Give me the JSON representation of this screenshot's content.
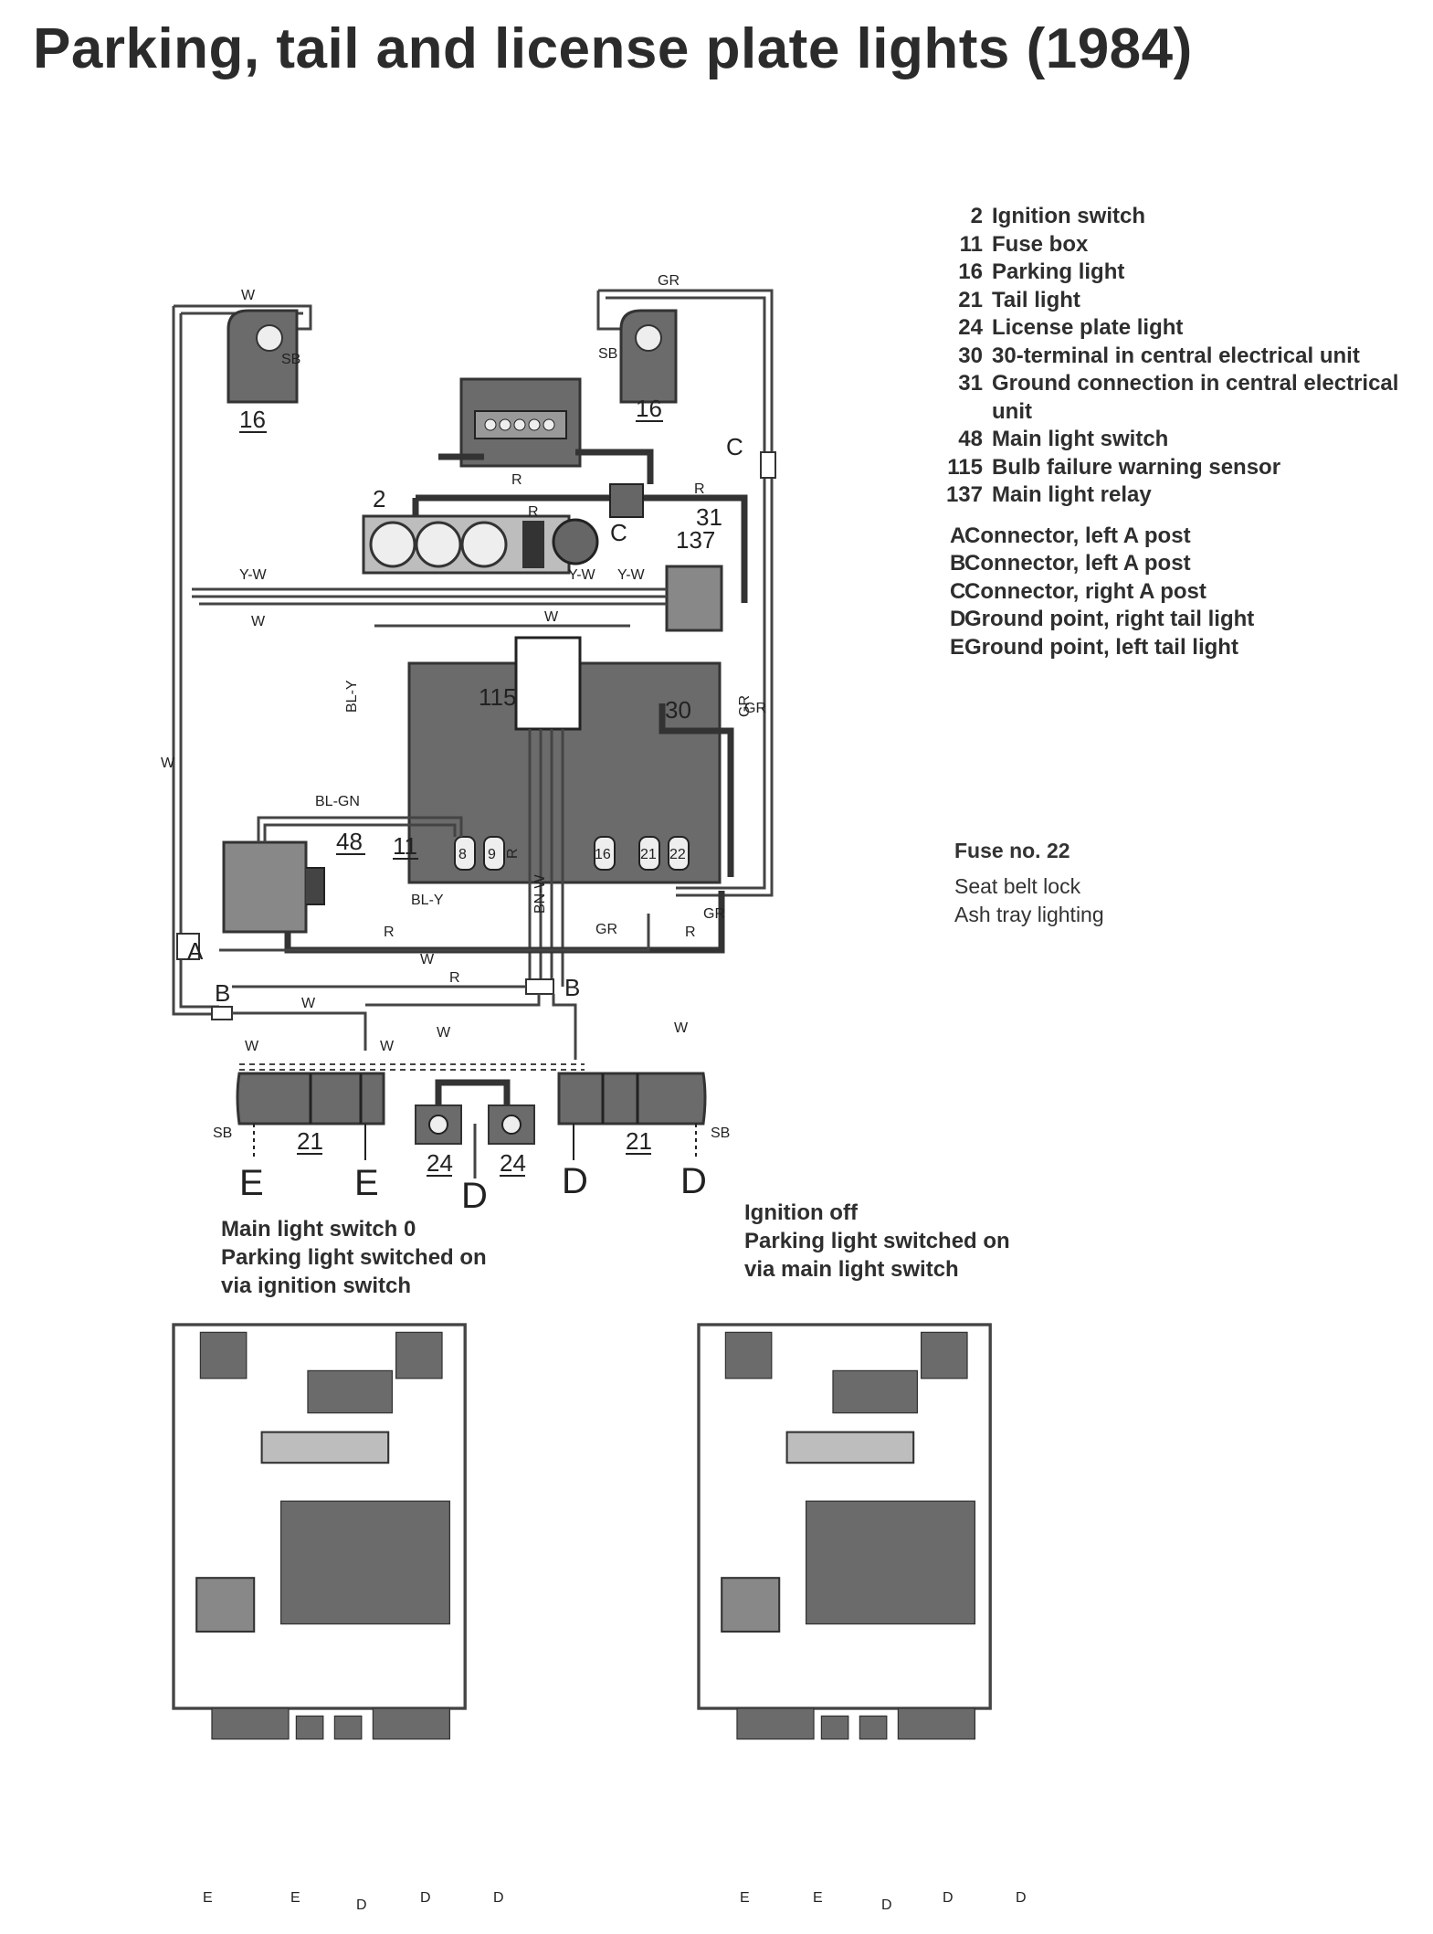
{
  "title": "Parking, tail and license plate lights (1984)",
  "legend": {
    "items": [
      {
        "num": "2",
        "text": "Ignition switch"
      },
      {
        "num": "11",
        "text": "Fuse box"
      },
      {
        "num": "16",
        "text": "Parking light"
      },
      {
        "num": "21",
        "text": "Tail light"
      },
      {
        "num": "24",
        "text": "License plate light"
      },
      {
        "num": "30",
        "text": "30-terminal in central electrical unit"
      },
      {
        "num": "31",
        "text": "Ground connection in central electrical unit"
      },
      {
        "num": "48",
        "text": "Main light switch"
      },
      {
        "num": "115",
        "text": "Bulb failure warning sensor"
      },
      {
        "num": "137",
        "text": "Main light relay"
      }
    ],
    "letters": [
      {
        "letter": "A",
        "text": "Connector, left A post"
      },
      {
        "letter": "B",
        "text": "Connector, left A post"
      },
      {
        "letter": "C",
        "text": "Connector, right A post"
      },
      {
        "letter": "D",
        "text": "Ground point, right tail light"
      },
      {
        "letter": "E",
        "text": "Ground point, left tail light"
      }
    ]
  },
  "fuse_note": {
    "heading": "Fuse no. 22",
    "lines": [
      "Seat belt lock",
      "Ash tray lighting"
    ]
  },
  "captions": {
    "left": [
      "Main light switch 0",
      "Parking light switched on",
      "via ignition switch"
    ],
    "right": [
      "Ignition off",
      "Parking light switched on",
      "via main light switch"
    ]
  },
  "diagram_labels": {
    "comp_16": "16",
    "comp_2": "2",
    "comp_31": "31",
    "comp_137": "137",
    "comp_115": "115",
    "comp_30": "30",
    "comp_48": "48",
    "comp_11": "11",
    "comp_21": "21",
    "comp_24": "24",
    "conn_A": "A",
    "conn_B": "B",
    "conn_C": "C",
    "gnd_E": "E",
    "gnd_D": "D",
    "sb": "SB",
    "wire_W": "W",
    "wire_GR": "GR",
    "wire_R": "R",
    "wire_YW": "Y-W",
    "wire_BLY": "BL-Y",
    "wire_BLGN": "BL-GN",
    "wire_BNW": "BN-W",
    "fuse_8": "8",
    "fuse_9": "9",
    "fuse_16": "16",
    "fuse_21": "21",
    "fuse_22": "22"
  }
}
